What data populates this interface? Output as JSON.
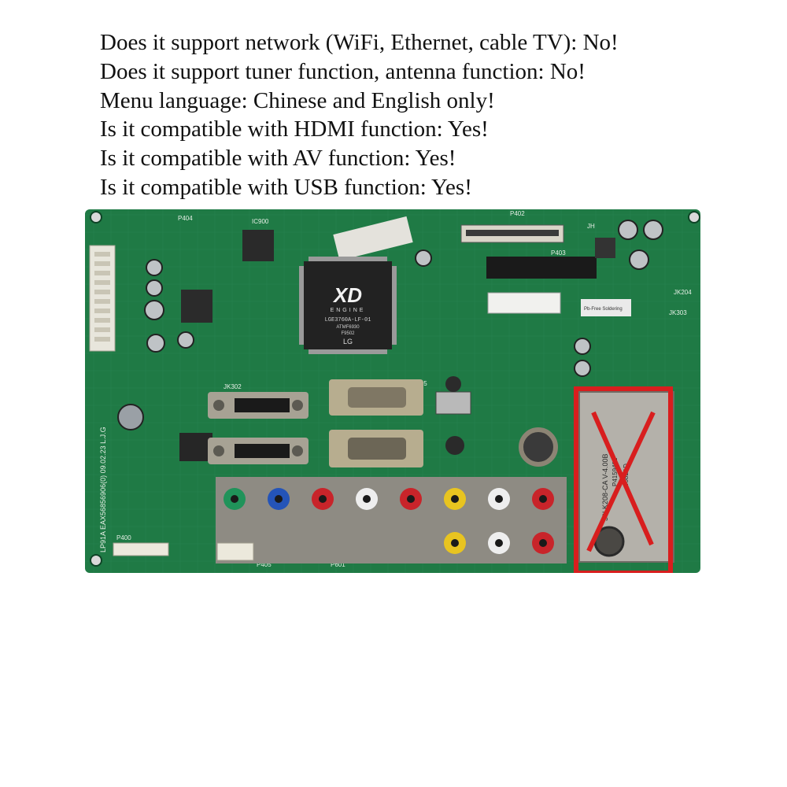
{
  "specs": [
    "Does it support network (WiFi, Ethernet, cable TV): No!",
    "Does it support tuner function, antenna function: No!",
    "Menu language: Chinese and English only!",
    "Is it compatible with HDMI function: Yes!",
    "Is it compatible with AV function: Yes!",
    "Is it compatible with USB function: Yes!"
  ],
  "board": {
    "chip_brand": "XD",
    "chip_engine": "ENGINE",
    "chip_part": "LGE3760A-LF-01",
    "chip_part2": "ATMF6930",
    "chip_code": "F9502",
    "chip_logo": "LG",
    "silkscreen_vertical": "LP91A EAX56856906(0) 09.02.23 L.J.G",
    "tuner_label": "30LK208-CA V-4.00B",
    "tuner_serial": "P4159401",
    "tuner_code": "908B1D",
    "labels": {
      "p404": "P404",
      "ic900": "IC900",
      "p402": "P402",
      "p403": "P403",
      "jh": "JH",
      "jk204": "JK204",
      "jk303": "JK303",
      "jk302": "JK302",
      "jk205": "JK205",
      "p400": "P400",
      "p405": "P405",
      "p601": "P601",
      "pb_free": "Pb-Free Soldering"
    }
  },
  "colors": {
    "pcb_green": "#1f7a45",
    "pcb_dark": "#145c33",
    "cross_red": "#d81e1e",
    "rca_red": "#c8242a",
    "rca_yellow": "#e8c420",
    "rca_white": "#eeeeee",
    "rca_green": "#20935a",
    "rca_blue": "#2454b8"
  }
}
